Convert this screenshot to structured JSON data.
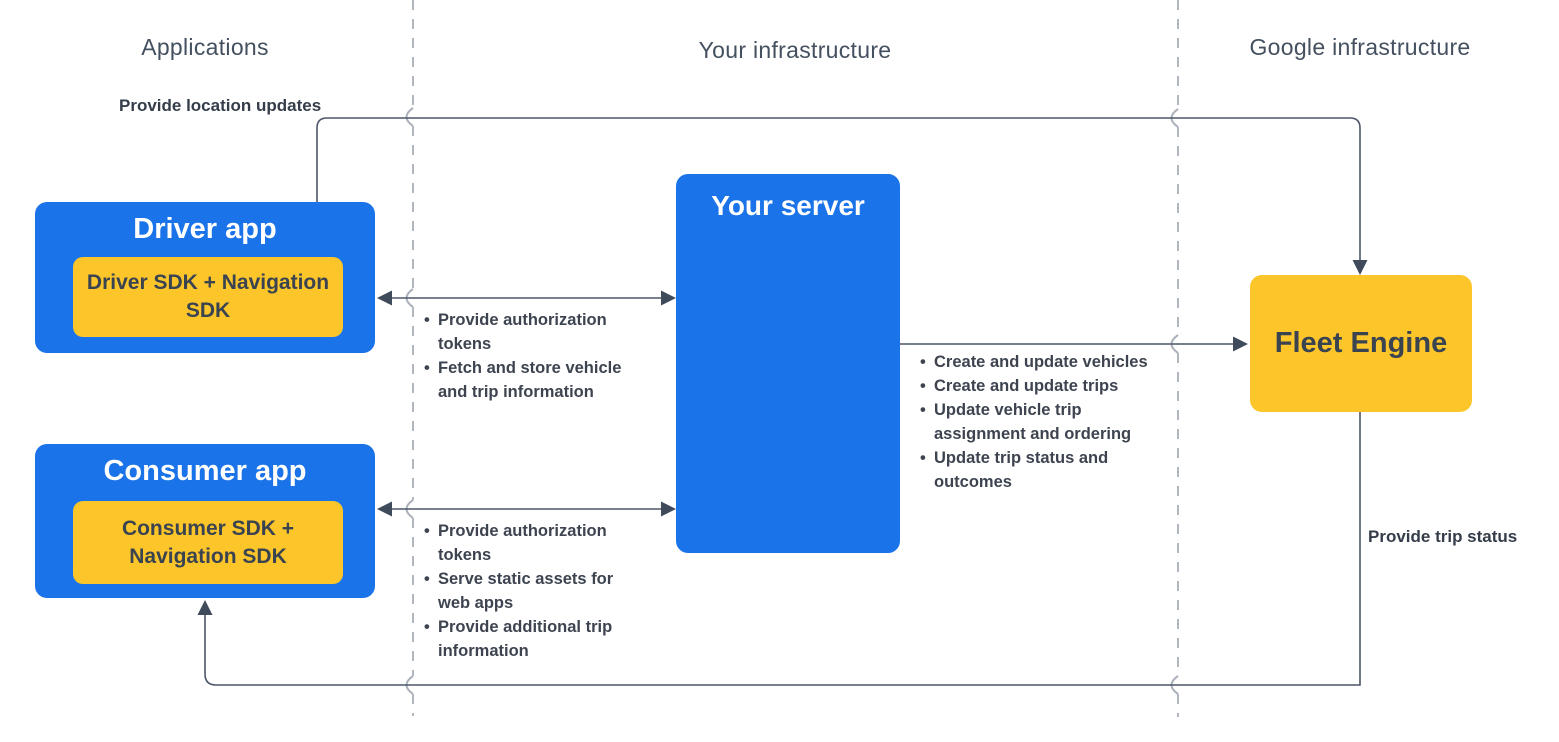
{
  "columns": {
    "applications": "Applications",
    "your_infrastructure": "Your infrastructure",
    "google_infrastructure": "Google infrastructure"
  },
  "nodes": {
    "driver_app": {
      "title": "Driver app",
      "sdk": "Driver SDK + Navigation SDK"
    },
    "consumer_app": {
      "title": "Consumer app",
      "sdk": "Consumer SDK + Navigation SDK"
    },
    "your_server": {
      "title": "Your server"
    },
    "fleet_engine": {
      "title": "Fleet Engine"
    }
  },
  "edge_labels": {
    "provide_location_updates": "Provide location updates",
    "provide_trip_status": "Provide trip status"
  },
  "flow_notes": {
    "driver_server": {
      "items": [
        "Provide authorization tokens",
        "Fetch and store vehicle and trip information"
      ]
    },
    "consumer_server": {
      "items": [
        "Provide authorization tokens",
        "Serve static assets for web apps",
        "Provide additional trip information"
      ]
    },
    "server_fleet": {
      "items": [
        "Create and update vehicles",
        "Create and update trips",
        "Update vehicle trip assignment and ordering",
        "Update trip status and outcomes"
      ]
    }
  },
  "colors": {
    "node_blue": "#1a73e8",
    "node_yellow": "#fcc62b",
    "line": "#4c5668",
    "arrowhead": "#3f4a5b",
    "dashed_divider": "#b0b7bf",
    "box_text_dark": "#3a4350",
    "note_text": "#3d4450",
    "header_text": "#44505f",
    "title_text_white": "#ffffff"
  }
}
